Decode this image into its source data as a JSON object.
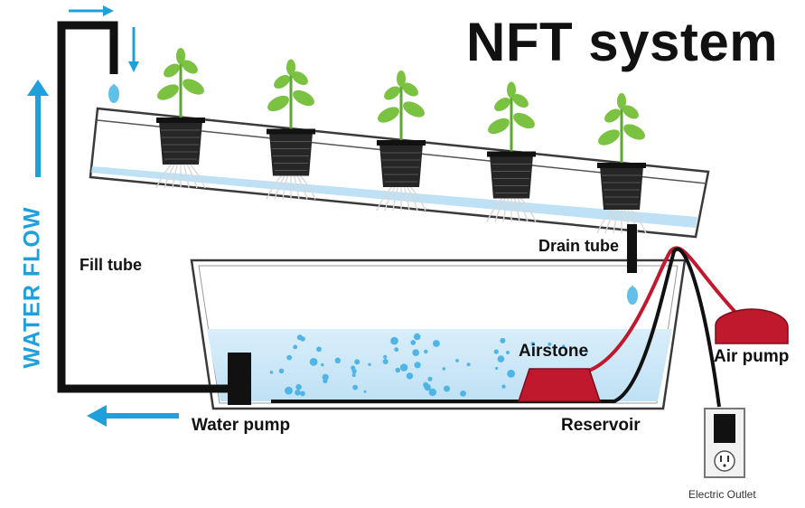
{
  "title": "NFT system",
  "labels": {
    "fill_tube": "Fill tube",
    "drain_tube": "Drain tube",
    "airstone": "Airstone",
    "air_pump": "Air pump",
    "water_pump": "Water pump",
    "reservoir": "Reservoir",
    "electric_outlet": "Electric Outlet",
    "water_flow": "WATER FLOW"
  },
  "plants": {
    "count": 5
  },
  "colors": {
    "flow_arrow": "#1fa0dc",
    "water": "#cfe9f8",
    "bubble": "#4fb4e6",
    "pump_red": "#c0182c",
    "tube_black": "#111111",
    "leaf": "#7cc242"
  },
  "icons": {
    "water_drop": "water-drop-icon",
    "flow_arrow": "arrow-icon",
    "outlet": "electric-outlet-icon"
  }
}
